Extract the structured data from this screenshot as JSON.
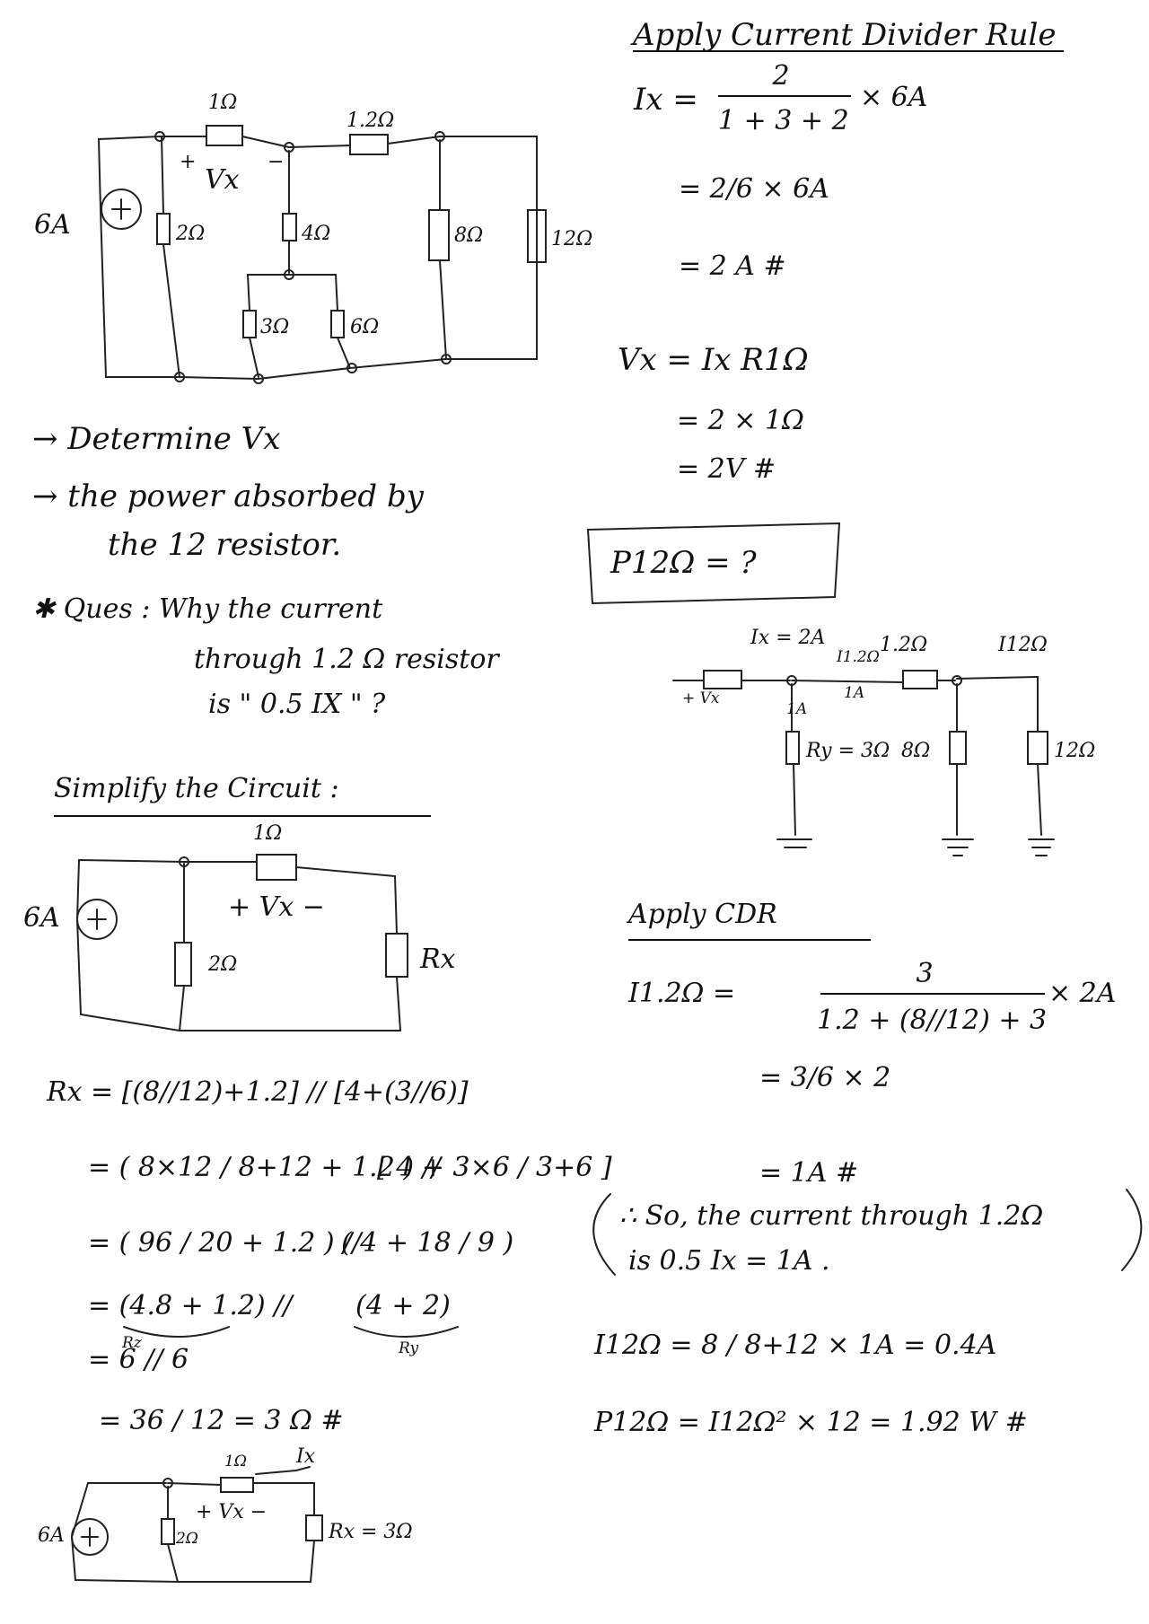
{
  "header": {
    "title": "Apply Current Divider Rule"
  },
  "circuit1": {
    "source": "6A",
    "r_top1": "1Ω",
    "r_top2": "1.2Ω",
    "vx": "Vx",
    "plus": "+",
    "minus": "−",
    "r2": "2Ω",
    "r4": "4Ω",
    "r8": "8Ω",
    "r12": "12Ω",
    "r3": "3Ω",
    "r6": "6Ω"
  },
  "questions": {
    "q1": "→ Determine Vx",
    "q2": "→ the power absorbed by",
    "q3": "the 12 resistor.",
    "ques1": "✱ Ques : Why the current",
    "ques2": "through 1.2 Ω resistor",
    "ques3": "is \" 0.5 IX \" ?"
  },
  "simplify": {
    "title": "Simplify the Circuit :"
  },
  "circuit2": {
    "source": "6A",
    "r1": "1Ω",
    "vx": "+ Vx −",
    "r2": "2Ω",
    "rx": "Rx"
  },
  "rx_calc": {
    "l1": "Rx = [(8//12)+1.2] // [4+(3//6)]",
    "l2a": "= ( 8×12 / 8+12 + 1.2 ) //",
    "l2b": "[ 4 + 3×6 / 3+6 ]",
    "l3a": "= ( 96 / 20 + 1.2 ) //",
    "l3b": "( 4 + 18 / 9 )",
    "l4a": "= (4.8 + 1.2) //",
    "l4b": "(4 + 2)",
    "rz": "Rz",
    "ry": "Ry",
    "l5": "= 6 // 6",
    "l6": "= 36 / 12 = 3 Ω #"
  },
  "circuit3": {
    "source": "6A",
    "r1": "1Ω",
    "ix": "Ix",
    "vx": "+ Vx −",
    "r2": "2Ω",
    "rx": "Rx = 3Ω"
  },
  "cdr1": {
    "lhs": "Ix =",
    "num": "2",
    "den": "1 + 3 + 2",
    "mul": "× 6A",
    "l2": "= 2/6 × 6A",
    "l3": "= 2 A #"
  },
  "vx_calc": {
    "l1": "Vx = Ix R1Ω",
    "l2": "= 2 × 1Ω",
    "l3": "= 2V #"
  },
  "p12_box": {
    "text": "P12Ω = ?"
  },
  "circuit4": {
    "ix": "Ix = 2A",
    "r12lbl": "1.2Ω",
    "i12": "I12Ω",
    "i1_2": "I1.2Ω",
    "one_a": "1A",
    "one_a2": "1A",
    "vx": "+ Vx",
    "ry": "Ry = 3Ω",
    "r8": "8Ω",
    "r12": "12Ω"
  },
  "cdr2": {
    "title": "Apply CDR",
    "lhs": "I1.2Ω =",
    "num": "3",
    "den": "1.2 + (8//12) + 3",
    "mul": "× 2A",
    "l2": "= 3/6 × 2",
    "l3": "= 1A #",
    "note1": "∴ So, the current through 1.2Ω",
    "note2": "is 0.5 Ix = 1A ."
  },
  "final": {
    "i12": "I12Ω = 8 / 8+12 × 1A = 0.4A",
    "p12": "P12Ω = I12Ω² × 12 = 1.92 W #"
  }
}
